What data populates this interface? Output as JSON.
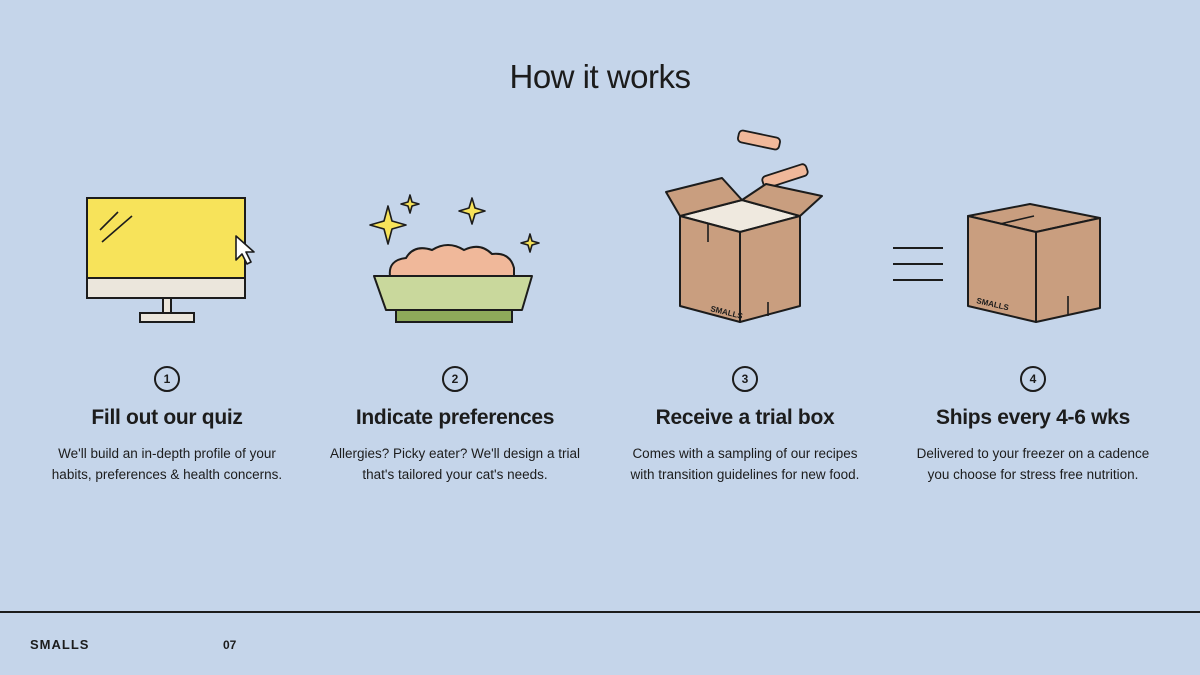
{
  "title": "How it works",
  "steps": [
    {
      "number": "1",
      "heading": "Fill out our quiz",
      "description": "We'll build an in-depth profile of your habits, preferences & health concerns.",
      "illustration": "computer-monitor-icon"
    },
    {
      "number": "2",
      "heading": "Indicate preferences",
      "description": "Allergies? Picky eater? We'll design a trial that's tailored your cat's needs.",
      "illustration": "food-bowl-icon"
    },
    {
      "number": "3",
      "heading": "Receive a trial box",
      "description": "Comes with a sampling of our recipes with transition guidelines for new food.",
      "illustration": "open-box-icon"
    },
    {
      "number": "4",
      "heading": "Ships every 4-6 wks",
      "description": "Delivered to your freezer on a cadence you choose for stress free nutrition.",
      "illustration": "shipping-box-icon"
    }
  ],
  "box_label": "SMALLS",
  "footer": {
    "brand": "SMALLS",
    "page_number": "07"
  },
  "colors": {
    "background": "#c5d5ea",
    "screen": "#f7e35a",
    "food": "#f0b89a",
    "bowl": "#c9d89c",
    "cardboard": "#c99e7f"
  }
}
